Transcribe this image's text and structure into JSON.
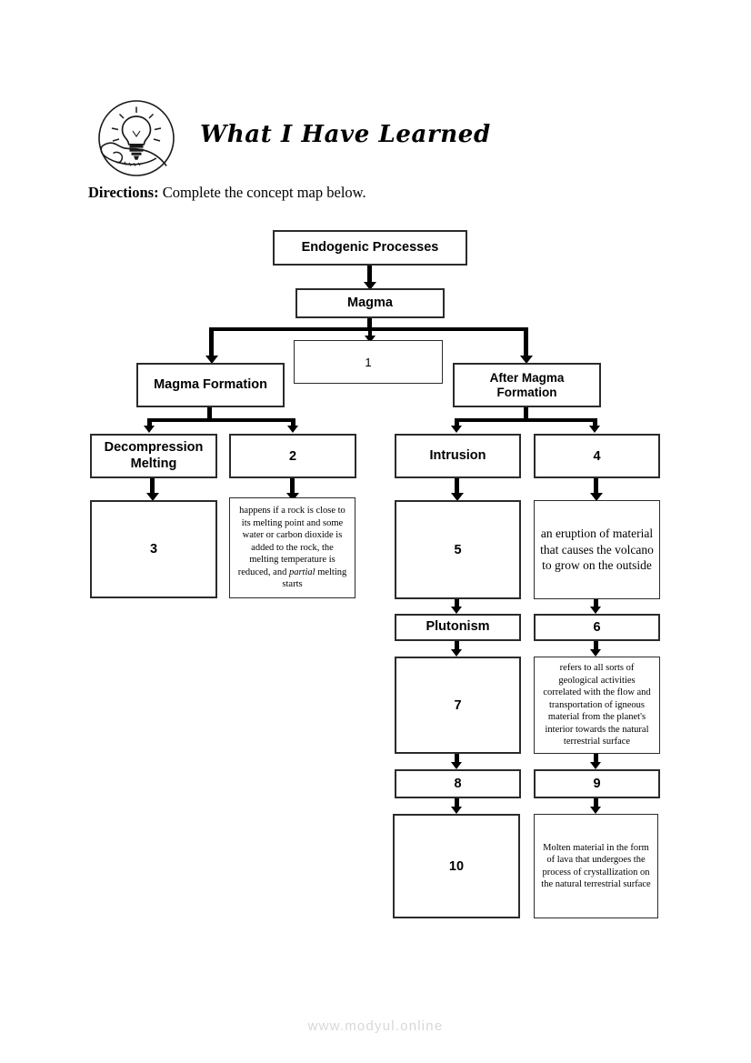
{
  "header": {
    "icon": "lightbulb-in-hand-icon",
    "title": "What I Have Learned",
    "directions_lead": "Directions:",
    "directions_text": " Complete the concept map below."
  },
  "watermark": "www.modyul.online",
  "chart_data": {
    "type": "diagram",
    "title": "Endogenic Processes concept map",
    "nodes": {
      "root": "Endogenic Processes",
      "magma": "Magma",
      "blank1": "1",
      "magma_formation": "Magma Formation",
      "after_magma_formation": "After Magma\nFormation",
      "decompression_melting": "Decompression\nMelting",
      "blank2": "2",
      "blank3": "3",
      "desc_partial_melting": "happens if a rock is close to its melting point and some water or carbon dioxide is added to the rock, the melting temperature is reduced, and partial melting starts",
      "intrusion": "Intrusion",
      "blank4": "4",
      "blank5": "5",
      "desc_eruption": "an eruption of material that causes the volcano to grow on the outside",
      "plutonism": "Plutonism",
      "blank6": "6",
      "blank7": "7",
      "desc_volcanism": "refers to all sorts of geological activities correlated with the flow and transportation of igneous material from the planet's interior towards the natural terrestrial surface",
      "blank8": "8",
      "blank9": "9",
      "blank10": "10",
      "desc_extrusive": "Molten material in the form of lava that undergoes the process of crystallization on the natural terrestrial surface"
    },
    "edges": [
      [
        "root",
        "magma"
      ],
      [
        "magma",
        "magma_formation"
      ],
      [
        "magma",
        "blank1"
      ],
      [
        "magma",
        "after_magma_formation"
      ],
      [
        "magma_formation",
        "decompression_melting"
      ],
      [
        "magma_formation",
        "blank2"
      ],
      [
        "decompression_melting",
        "blank3"
      ],
      [
        "blank2",
        "desc_partial_melting"
      ],
      [
        "after_magma_formation",
        "intrusion"
      ],
      [
        "after_magma_formation",
        "blank4"
      ],
      [
        "intrusion",
        "blank5"
      ],
      [
        "blank4",
        "desc_eruption"
      ],
      [
        "blank5",
        "plutonism"
      ],
      [
        "desc_eruption",
        "blank6"
      ],
      [
        "plutonism",
        "blank7"
      ],
      [
        "blank6",
        "desc_volcanism"
      ],
      [
        "blank7",
        "blank8"
      ],
      [
        "desc_volcanism",
        "blank9"
      ],
      [
        "blank8",
        "blank10"
      ],
      [
        "blank9",
        "desc_extrusive"
      ]
    ]
  }
}
